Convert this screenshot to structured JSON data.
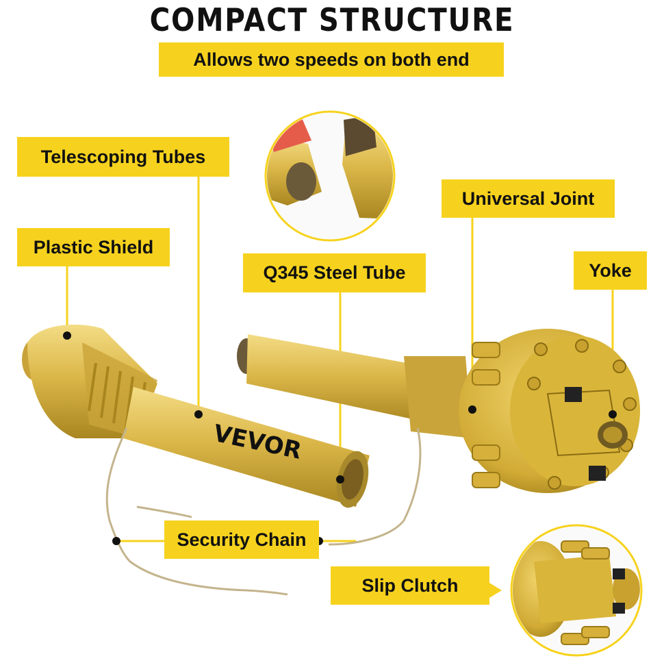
{
  "header": {
    "title": "COMPACT STRUCTURE",
    "subtitle": "Allows two speeds on both end"
  },
  "callouts": {
    "telescoping_tubes": "Telescoping Tubes",
    "plastic_shield": "Plastic Shield",
    "q345_steel_tube": "Q345 Steel Tube",
    "universal_joint": "Universal Joint",
    "yoke": "Yoke",
    "security_chain": "Security Chain",
    "slip_clutch": "Slip Clutch"
  },
  "product": {
    "brand_mark": "VEVOR"
  },
  "colors": {
    "accent": "#f6d21e",
    "part_yellow": "#d9b53a",
    "text": "#111111"
  }
}
